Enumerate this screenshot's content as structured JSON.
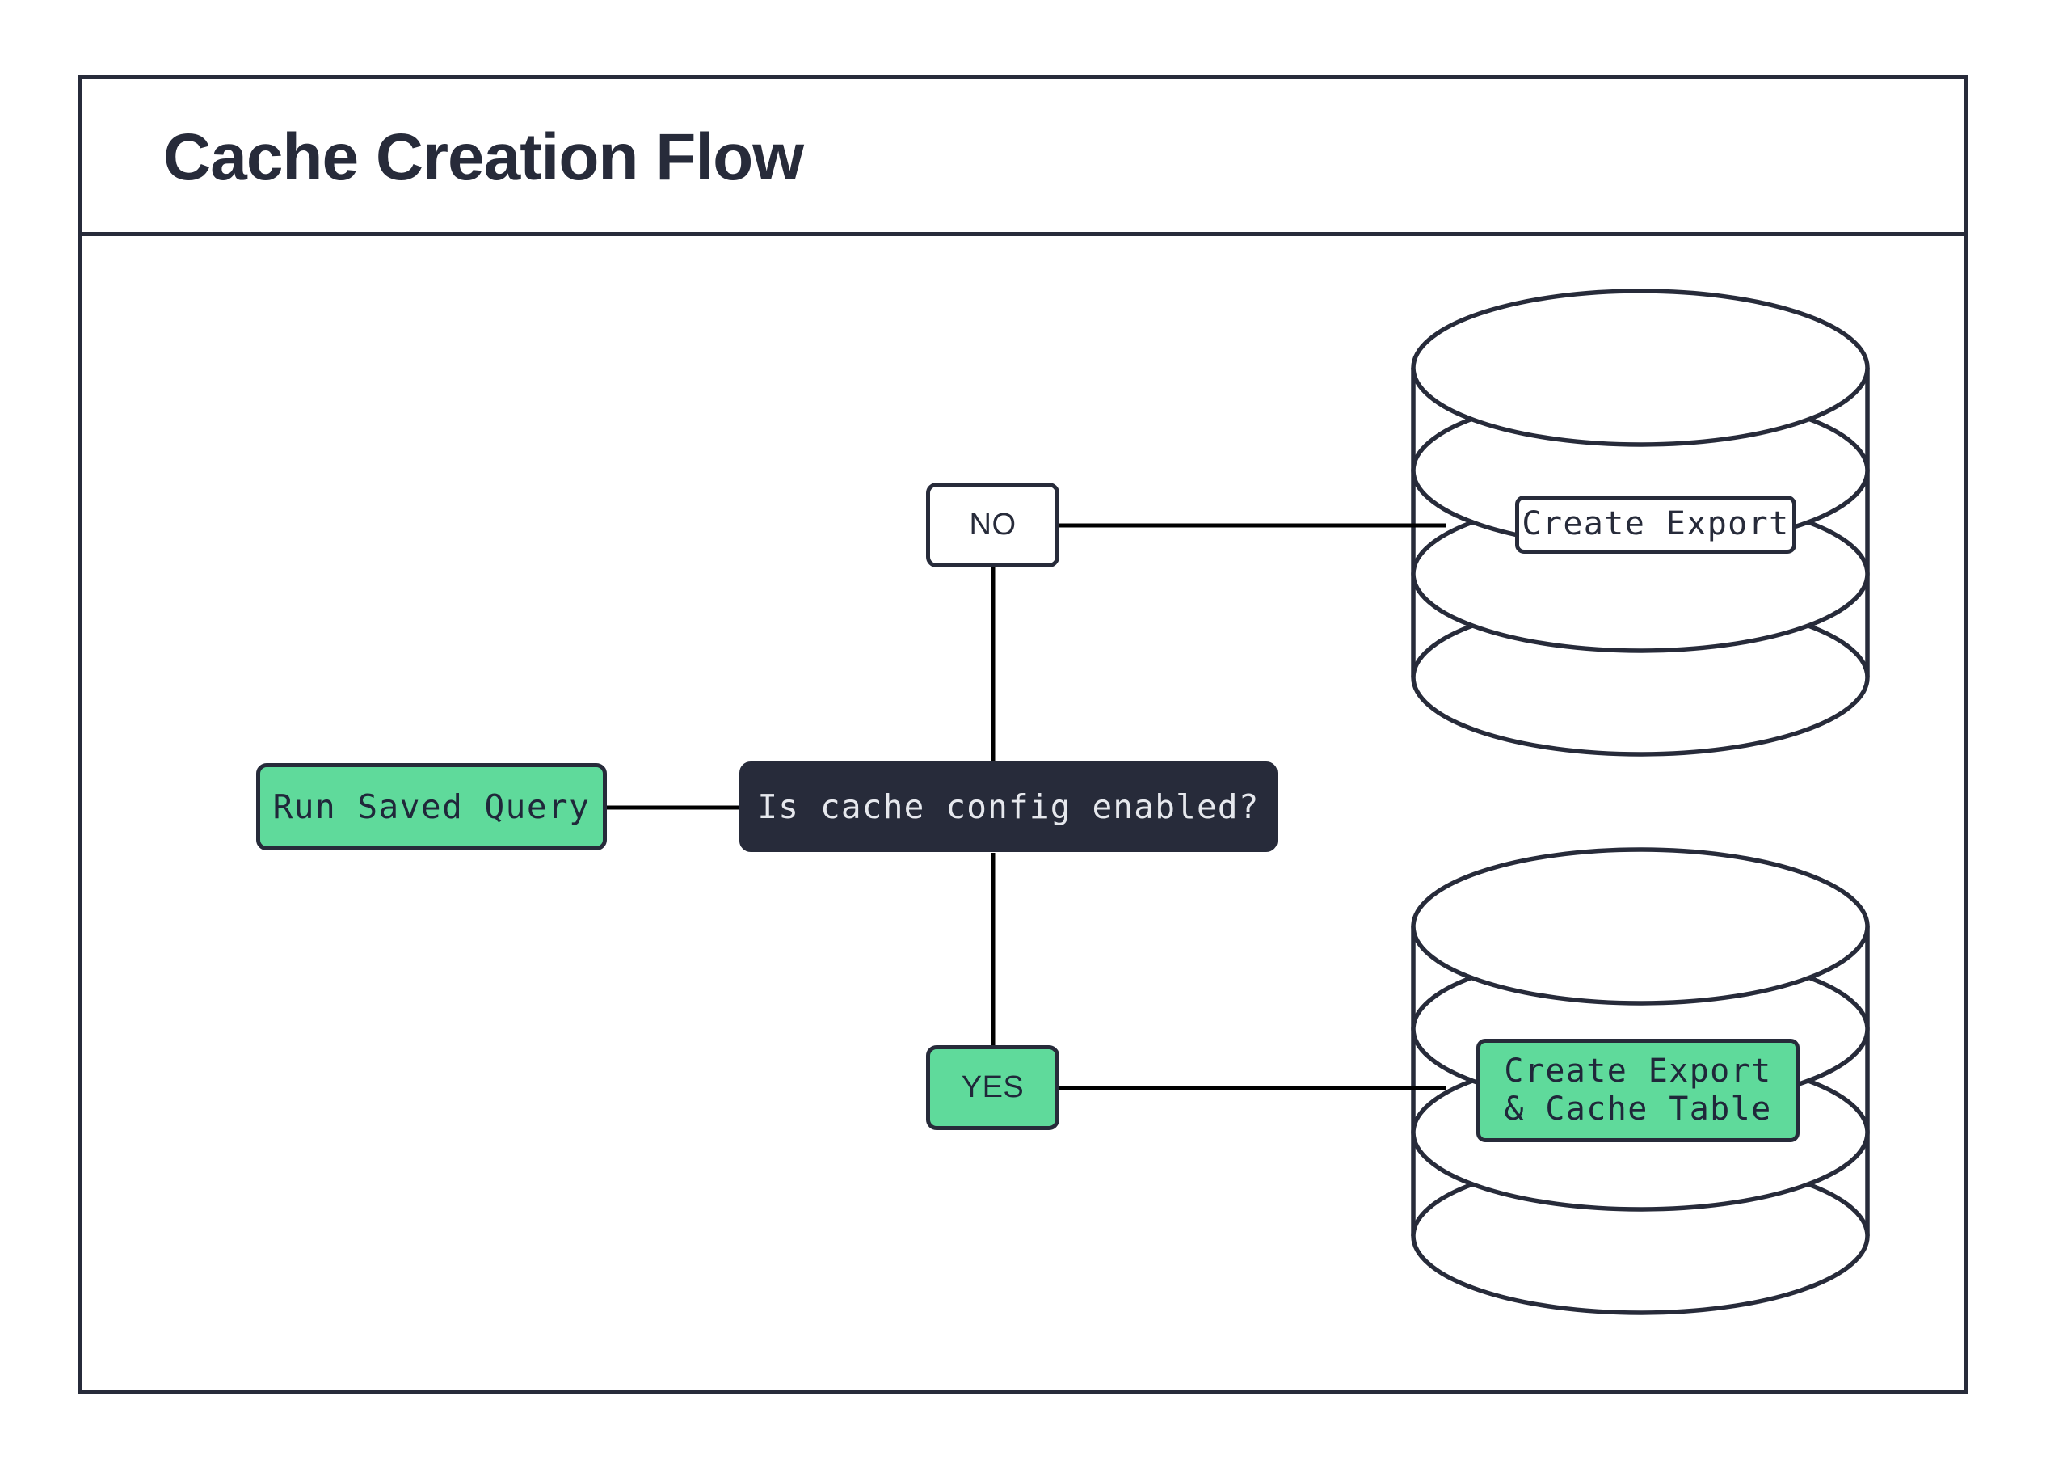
{
  "diagram": {
    "title": "Cache Creation Flow",
    "type": "flowchart",
    "direction": "left-to-right",
    "colors": {
      "stroke": "#272b3a",
      "accent_green": "#5fda9b",
      "dark_node_bg": "#272b3a",
      "dark_node_text": "#e6e8ed",
      "canvas": "#ffffff",
      "edge": "#000000"
    },
    "nodes": [
      {
        "id": "run-saved-query",
        "label": "Run Saved Query",
        "shape": "rounded-rect",
        "style": "green"
      },
      {
        "id": "decision",
        "label": "Is cache config enabled?",
        "shape": "rounded-rect",
        "style": "dark"
      },
      {
        "id": "branch-no",
        "label": "NO",
        "shape": "rounded-rect",
        "style": "white"
      },
      {
        "id": "branch-yes",
        "label": "YES",
        "shape": "rounded-rect",
        "style": "green"
      },
      {
        "id": "db-create-export",
        "label": "Create Export",
        "shape": "cylinder",
        "style": "white"
      },
      {
        "id": "db-create-export-cache",
        "label_line1": "Create Export",
        "label_line2": "& Cache Table",
        "shape": "cylinder",
        "style": "green"
      }
    ],
    "edges": [
      {
        "from": "run-saved-query",
        "to": "decision",
        "label": ""
      },
      {
        "from": "decision",
        "to": "branch-no",
        "label": ""
      },
      {
        "from": "decision",
        "to": "branch-yes",
        "label": ""
      },
      {
        "from": "branch-no",
        "to": "db-create-export",
        "label": ""
      },
      {
        "from": "branch-yes",
        "to": "db-create-export-cache",
        "label": ""
      }
    ]
  }
}
